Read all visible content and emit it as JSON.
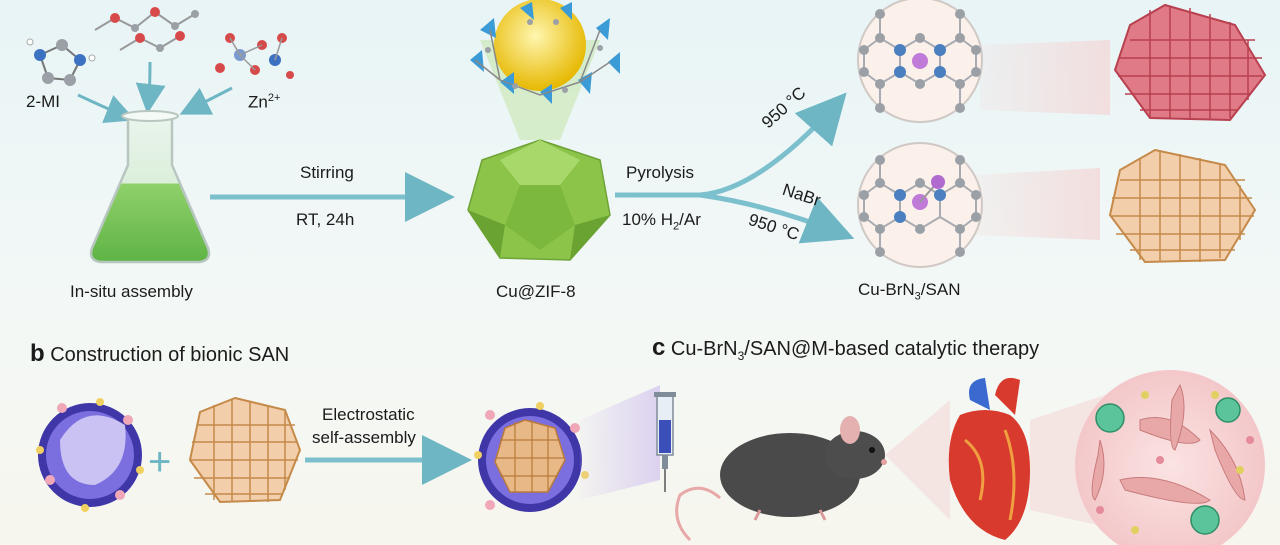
{
  "labels": {
    "two_mi": "2-MI",
    "zn_base": "Zn",
    "zn_sup": "2+",
    "in_situ": "In-situ assembly",
    "stirring": "Stirring",
    "rt": "RT, 24h",
    "cu_zif": "Cu@ZIF-8",
    "pyrolysis": "Pyrolysis",
    "h2_pre": "10% H",
    "h2_sub": "2",
    "h2_post": "/Ar",
    "temp_top": "950 °C",
    "nabr": "NaBr",
    "temp_bottom": "950 °C",
    "product_pre": "Cu-BrN",
    "product_sub": "3",
    "product_post": "/SAN",
    "panel_b_letter": "b",
    "panel_b_title": "Construction of bionic SAN",
    "electro_1": "Electrostatic",
    "electro_2": "self-assembly",
    "plus": "+",
    "panel_c_letter": "c",
    "panel_c_pre": "Cu-BrN",
    "panel_c_sub": "3",
    "panel_c_post": "/SAN@M-based catalytic therapy"
  },
  "colors": {
    "arrow": "#6fb6c4",
    "zif_green": "#8cc44a",
    "san_red": "#d9566a",
    "san_tan": "#d9a76e",
    "membrane": "#5a4fc4",
    "atom_center": "#c07ad8",
    "atom_n": "#4a7fc0",
    "atom_c": "#9aa0a6"
  }
}
